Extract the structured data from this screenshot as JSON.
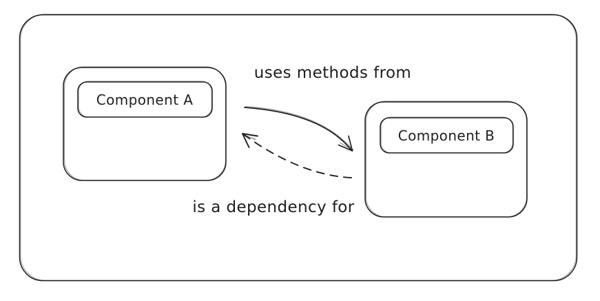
{
  "diagram": {
    "style": "hand-drawn-sketch",
    "background_color": "#ffffff",
    "stroke_color": "#1e1e1e",
    "nodes": {
      "component_a": {
        "label": "Component A"
      },
      "component_b": {
        "label": "Component B"
      }
    },
    "edges": [
      {
        "from": "Component A",
        "to": "Component B",
        "label": "uses methods from",
        "line_style": "solid"
      },
      {
        "from": "Component B",
        "to": "Component A",
        "label": "is a dependency for",
        "line_style": "dashed"
      }
    ]
  }
}
